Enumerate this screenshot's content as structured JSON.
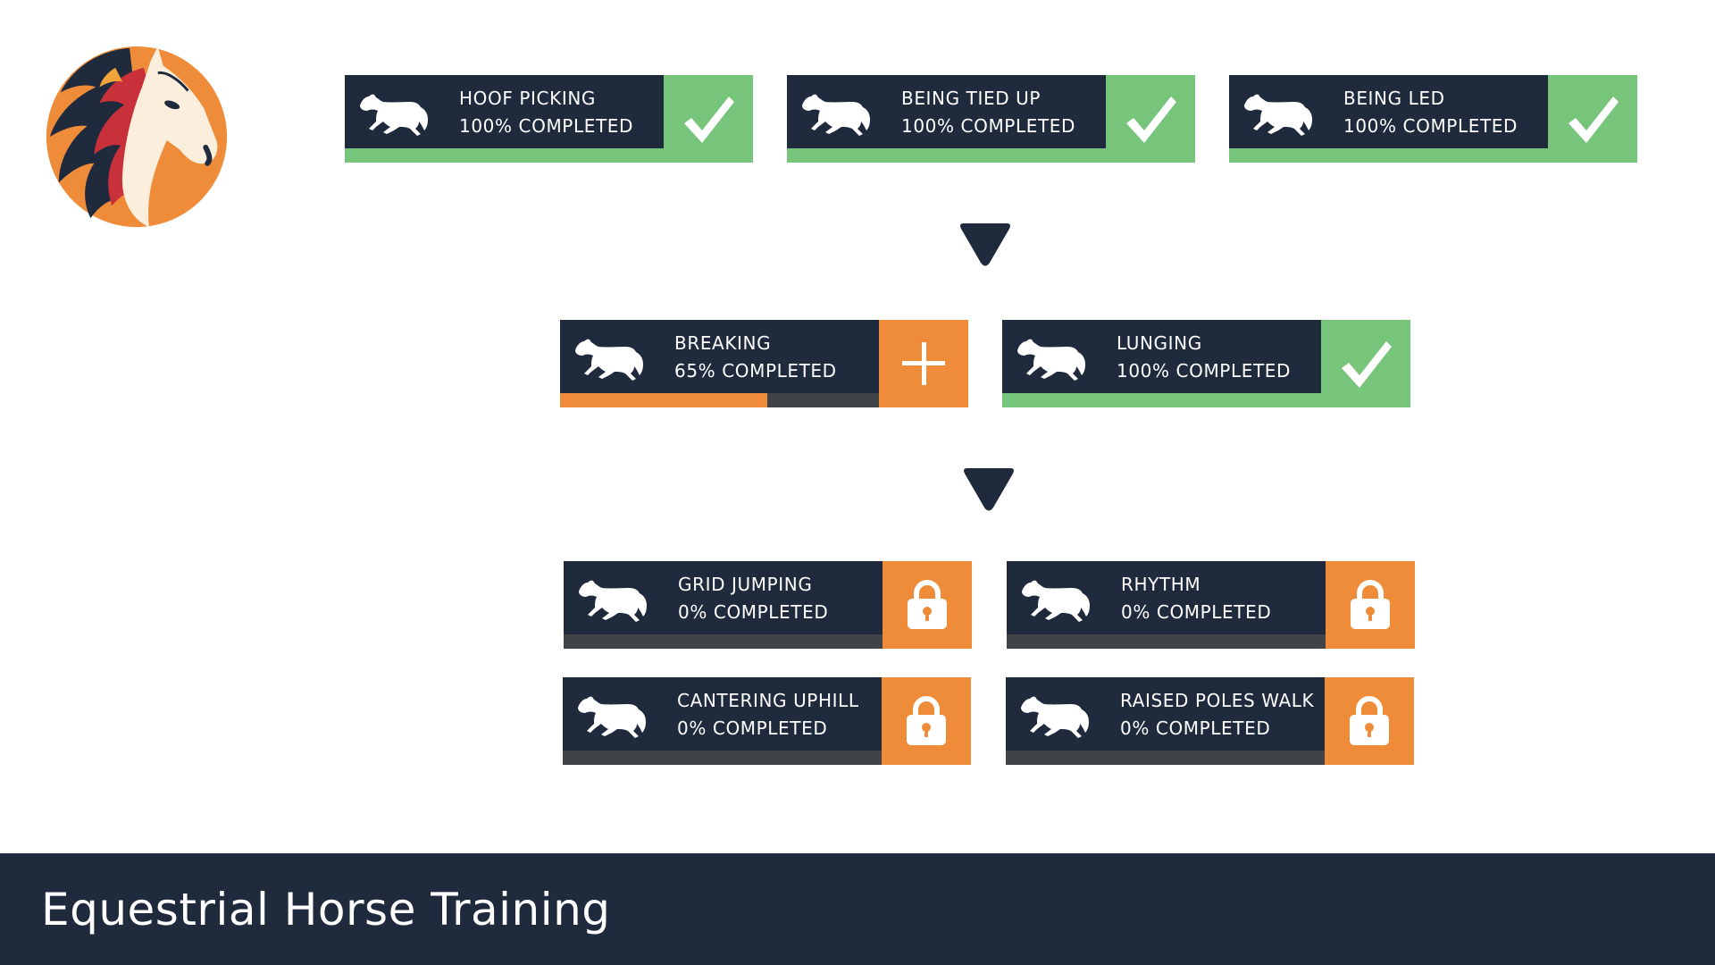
{
  "app": {
    "title": "Equestrial Horse Training"
  },
  "colors": {
    "navy": "#1f2a3d",
    "green": "#77c47b",
    "orange": "#ee8c3a",
    "track": "#404448"
  },
  "tiers": [
    {
      "cards": [
        {
          "title": "HOOF PICKING",
          "status_text": "100% COMPLETED",
          "progress": 1.0,
          "state": "completed",
          "status_icon": "checkmark-icon"
        },
        {
          "title": "BEING TIED UP",
          "status_text": "100% COMPLETED",
          "progress": 1.0,
          "state": "completed",
          "status_icon": "checkmark-icon"
        },
        {
          "title": "BEING LED",
          "status_text": "100% COMPLETED",
          "progress": 1.0,
          "state": "completed",
          "status_icon": "checkmark-icon"
        }
      ]
    },
    {
      "cards": [
        {
          "title": "BREAKING",
          "status_text": "65% COMPLETED",
          "progress": 0.65,
          "state": "in-progress",
          "status_icon": "plus-icon"
        },
        {
          "title": "LUNGING",
          "status_text": "100% COMPLETED",
          "progress": 1.0,
          "state": "completed",
          "status_icon": "checkmark-icon"
        }
      ]
    },
    {
      "cards": [
        {
          "title": "GRID JUMPING",
          "status_text": "0% COMPLETED",
          "progress": 0,
          "state": "locked",
          "status_icon": "lock-icon"
        },
        {
          "title": "RHYTHM",
          "status_text": "0% COMPLETED",
          "progress": 0,
          "state": "locked",
          "status_icon": "lock-icon"
        },
        {
          "title": "CANTERING UPHILL",
          "status_text": "0% COMPLETED",
          "progress": 0,
          "state": "locked",
          "status_icon": "lock-icon"
        },
        {
          "title": "RAISED POLES WALK",
          "status_text": "0% COMPLETED",
          "progress": 0,
          "state": "locked",
          "status_icon": "lock-icon"
        }
      ]
    }
  ]
}
